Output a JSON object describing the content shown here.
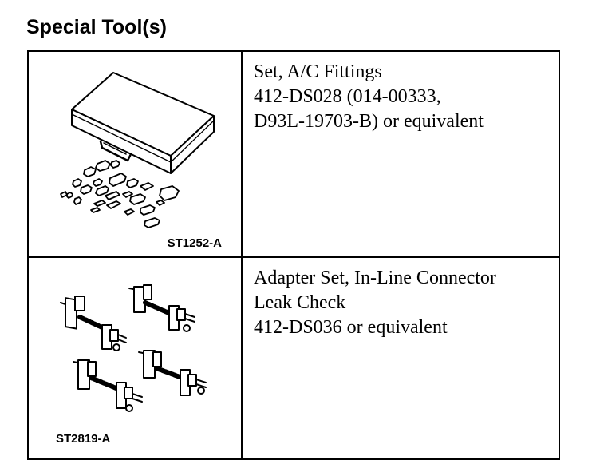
{
  "page": {
    "title": "Special Tool(s)"
  },
  "tools": [
    {
      "figure_code": "ST1252-A",
      "illustration": "ac-fittings-case-icon",
      "lines": [
        "Set, A/C Fittings",
        "412-DS028 (014-00333,",
        "D93L-19703-B) or equivalent"
      ]
    },
    {
      "figure_code": "ST2819-A",
      "illustration": "inline-connector-adapters-icon",
      "lines": [
        "Adapter Set, In-Line Connector",
        "Leak Check",
        "412-DS036 or equivalent"
      ]
    }
  ]
}
